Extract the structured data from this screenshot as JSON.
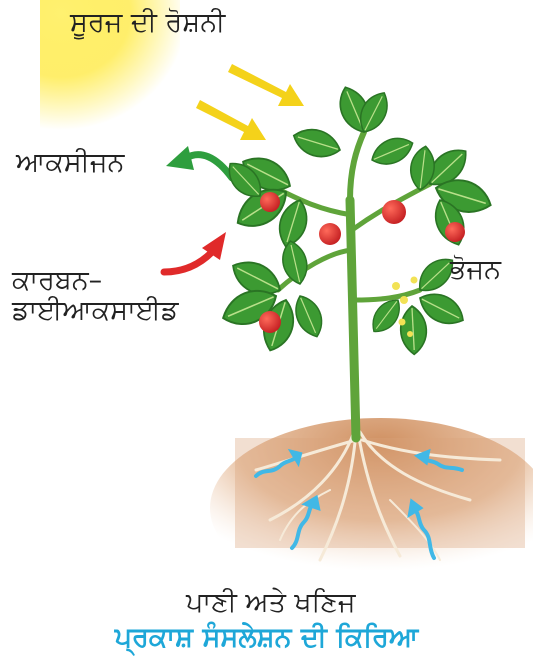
{
  "labels": {
    "sunlight": "ਸੂਰਜ ਦੀ ਰੋਸ਼ਨੀ",
    "oxygen": "ਆਕਸੀਜਨ",
    "carbon_dioxide_line1": "ਕਾਰਬਨ–",
    "carbon_dioxide_line2": "ਡਾਈਆਕਸਾਈਡ",
    "food": "ਭੋਜਨ",
    "water_minerals": "ਪਾਣੀ ਅਤੇ ਖਣਿਜ"
  },
  "caption": "ਪ੍ਰਕਾਸ਼ ਸੰਸਲੇਸ਼ਨ ਦੀ ਕਿਰਿਆ",
  "colors": {
    "sun": "#ffe93a",
    "sunlight_arrow": "#f4d21a",
    "oxygen_arrow": "#2e9e3e",
    "co2_arrow": "#e02a2a",
    "water_arrow": "#41b8e6",
    "leaf": "#3c9a32",
    "leaf_dark": "#2a7424",
    "stem": "#5fa43a",
    "tomato": "#d8262a",
    "soil": "#d9a27a",
    "roots": "#f3e3cf",
    "caption": "#1ea7d8"
  }
}
